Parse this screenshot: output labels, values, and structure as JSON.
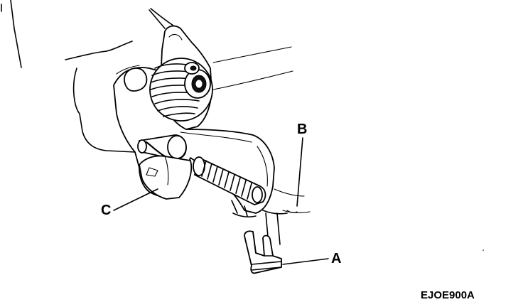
{
  "callouts": {
    "a": "A",
    "b": "B",
    "c": "C"
  },
  "figure_code": "EJOE900A"
}
